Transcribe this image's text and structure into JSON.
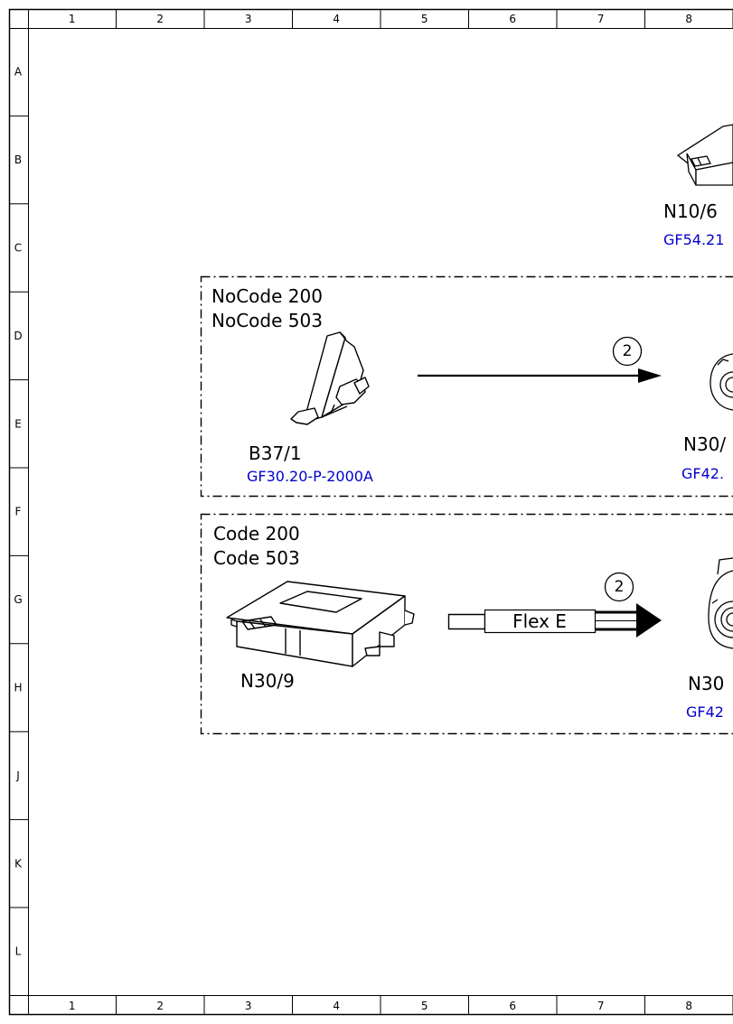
{
  "frame": {
    "columns": [
      "1",
      "2",
      "3",
      "4",
      "5",
      "6",
      "7",
      "8"
    ],
    "rows": [
      "A",
      "B",
      "C",
      "D",
      "E",
      "F",
      "G",
      "H",
      "J",
      "K",
      "L"
    ]
  },
  "top_component": {
    "label": "N10/6",
    "ref": "GF54.21"
  },
  "box_nocode": {
    "title_line1": "NoCode 200",
    "title_line2": "NoCode 503",
    "component_label": "B37/1",
    "component_ref": "GF30.20-P-2000A",
    "arrow_number": "2",
    "target_label": "N30/",
    "target_ref": "GF42."
  },
  "box_code": {
    "title_line1": "Code 200",
    "title_line2": "Code 503",
    "component_label": "N30/9",
    "bus_label": "Flex E",
    "arrow_number": "2",
    "target_label": "N30",
    "target_ref": "GF42"
  }
}
